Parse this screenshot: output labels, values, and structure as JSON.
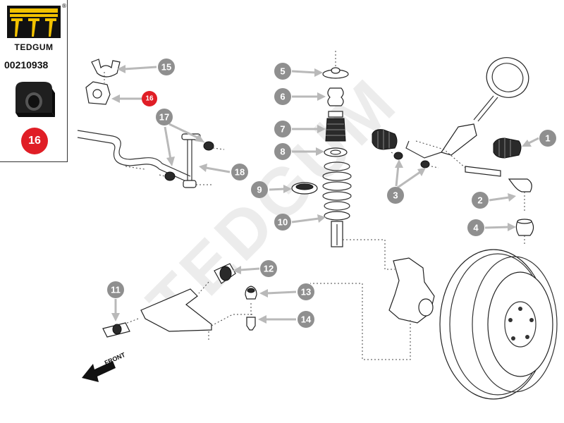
{
  "product": {
    "brand": "TEDGUM",
    "part_number": "00210938",
    "position": "16",
    "registered_mark": "®"
  },
  "watermark": "TEDGUM",
  "direction_label": "FRONT",
  "callouts": [
    {
      "id": "c1",
      "label": "1"
    },
    {
      "id": "c2",
      "label": "2"
    },
    {
      "id": "c3",
      "label": "3"
    },
    {
      "id": "c4",
      "label": "4"
    },
    {
      "id": "c5",
      "label": "5"
    },
    {
      "id": "c6",
      "label": "6"
    },
    {
      "id": "c7",
      "label": "7"
    },
    {
      "id": "c8",
      "label": "8"
    },
    {
      "id": "c9",
      "label": "9"
    },
    {
      "id": "c10",
      "label": "10"
    },
    {
      "id": "c11",
      "label": "11"
    },
    {
      "id": "c12",
      "label": "12"
    },
    {
      "id": "c13",
      "label": "13"
    },
    {
      "id": "c14",
      "label": "14"
    },
    {
      "id": "c15",
      "label": "15"
    },
    {
      "id": "c16",
      "label": "16",
      "highlight": true
    },
    {
      "id": "c17",
      "label": "17"
    },
    {
      "id": "c18",
      "label": "18"
    }
  ],
  "colors": {
    "callout_gray": "#8f8f8f",
    "highlight_red": "#e01e26",
    "arrow_gray": "#b9b9b9",
    "watermark": "#ececec"
  }
}
